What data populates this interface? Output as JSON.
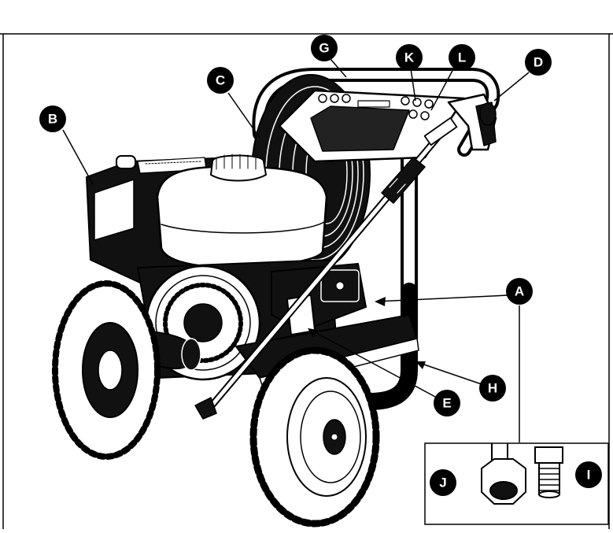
{
  "figure": {
    "type": "labeled-product-illustration",
    "subject": "pressure-washer",
    "colors": {
      "ink": "#000000",
      "paper": "#ffffff",
      "shade": "#d9d9d9"
    }
  },
  "callouts": [
    {
      "id": "A",
      "label": "A"
    },
    {
      "id": "B",
      "label": "B"
    },
    {
      "id": "C",
      "label": "C"
    },
    {
      "id": "D",
      "label": "D"
    },
    {
      "id": "E",
      "label": "E"
    },
    {
      "id": "G",
      "label": "G"
    },
    {
      "id": "H",
      "label": "H"
    },
    {
      "id": "I",
      "label": "I"
    },
    {
      "id": "J",
      "label": "J"
    },
    {
      "id": "K",
      "label": "K"
    },
    {
      "id": "L",
      "label": "L"
    }
  ],
  "inset": {
    "present": true,
    "contents": [
      "female-fitting",
      "male-fitting"
    ]
  }
}
